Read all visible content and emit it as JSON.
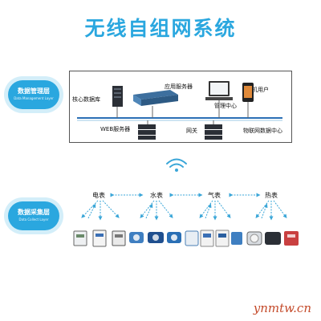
{
  "title": "无线自组网系统",
  "layers": {
    "management": {
      "zh": "数据管理层",
      "en": "Data Management Layer"
    },
    "collection": {
      "zh": "数据采集层",
      "en": "Data Collect Layer"
    }
  },
  "network": {
    "core_db": "核心数据库",
    "app_server": "应用服务器",
    "mgmt_center": "管理中心",
    "mobile_user": "手机用户",
    "web_server": "WEB服务器",
    "gateway": "网关",
    "iot_center": "物联网数据中心"
  },
  "meters": [
    "电表",
    "水表",
    "气表",
    "热表"
  ],
  "watermark": "ynmtw.cn",
  "colors": {
    "accent": "#2aa7df",
    "arrow": "#3aa6d8",
    "bus": "#2a6fb5"
  }
}
